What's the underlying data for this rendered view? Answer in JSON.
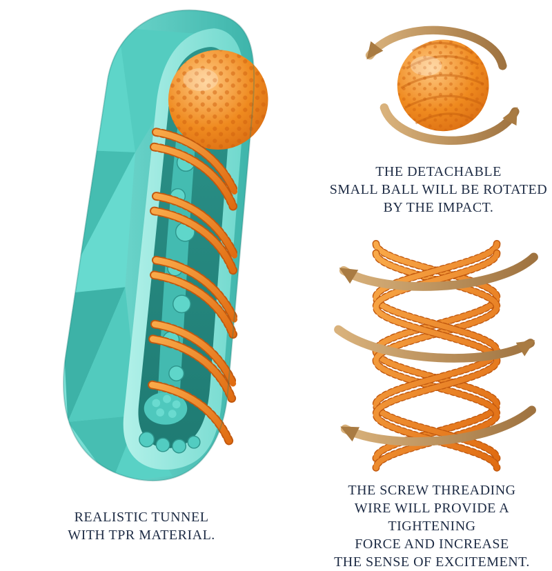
{
  "page": {
    "background": "#ffffff",
    "description": "Product feature infographic with cutaway tunnel, rotating ball and screw threading wire"
  },
  "colors": {
    "teal": "#55cdc2",
    "teal_dark": "#2e968d",
    "orange": "#f08a28",
    "orange_dark": "#c1580e",
    "bronze_arrow": "#c79c68",
    "text": "#1d2b44"
  },
  "figures": {
    "tunnel": {
      "caption_lines": [
        "REALISTIC TUNNEL",
        "WITH TPR MATERIAL."
      ]
    },
    "ball": {
      "caption_lines": [
        "THE DETACHABLE",
        "SMALL BALL WILL BE ROTATED",
        "BY THE IMPACT."
      ]
    },
    "helix": {
      "caption_lines": [
        "THE SCREW THREADING",
        "WIRE WILL PROVIDE A TIGHTENING",
        "FORCE AND INCREASE",
        "THE SENSE OF EXCITEMENT."
      ]
    }
  }
}
